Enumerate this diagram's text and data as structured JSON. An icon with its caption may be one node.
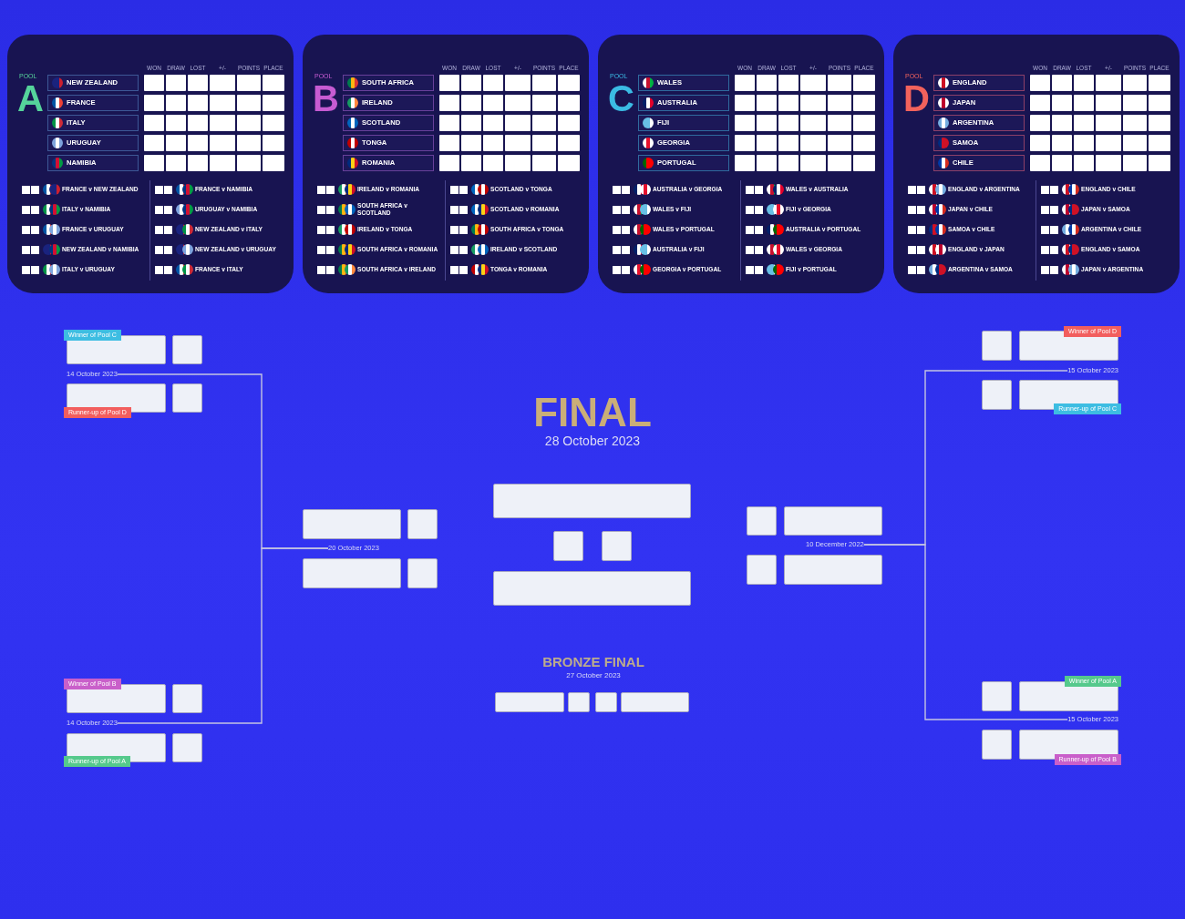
{
  "diagram": {
    "nodes": [
      {
        "text": [
          "POOL",
          "A",
          "WON",
          "DRAW",
          "LOST",
          "+/-",
          "POINTS",
          "PLACE",
          "FRANCE v NEW ZEALAND",
          "ITALY v NAMIBIA",
          "FRANCE v URUGUAY",
          "NEW ZEALAND v NAMIBIA",
          "ITALY v URUGUAY",
          "FRANCE v NAMIBIA",
          "URUGUAY v NAMIBIA",
          "NEW ZEALAND v ITALY",
          "NEW ZEALAND v URUGUAY",
          "FRANCE v ITALY"
        ]
      },
      {
        "text": [
          "NEW ZEALAND"
        ],
        "in": 0
      },
      {
        "text": [
          "FRANCE"
        ],
        "in": 0
      },
      {
        "text": [
          "ITALY"
        ],
        "in": 0
      },
      {
        "text": [
          "URUGUAY"
        ],
        "in": 0
      },
      {
        "text": [
          "NAMIBIA"
        ],
        "in": 0
      },
      {
        "text": [
          "POOL",
          "B",
          "WON",
          "DRAW",
          "LOST",
          "+/-",
          "POINTS",
          "PLACE",
          "IRELAND v ROMANIA",
          "SOUTH AFRICA v SCOTLAND",
          "IRELAND v TONGA",
          "SOUTH AFRICA v ROMANIA",
          "SOUTH AFRICA v IRELAND",
          "SCOTLAND v TONGA",
          "SCOTLAND v ROMANIA",
          "SOUTH AFRICA v TONGA",
          "IRELAND v SCOTLAND",
          "TONGA v ROMANIA"
        ]
      },
      {
        "text": [
          "SOUTH AFRICA"
        ],
        "in": 6
      },
      {
        "text": [
          "IRELAND"
        ],
        "in": 6
      },
      {
        "text": [
          "SCOTLAND"
        ],
        "in": 6
      },
      {
        "text": [
          "TONGA"
        ],
        "in": 6
      },
      {
        "text": [
          "ROMANIA"
        ],
        "in": 6
      },
      {
        "text": [
          "POOL",
          "C",
          "WON",
          "DRAW",
          "LOST",
          "+/-",
          "POINTS",
          "PLACE",
          "AUSTRALIA v GEORGIA",
          "WALES v FIJI",
          "WALES v PORTUGAL",
          "AUSTRALIA v FIJI",
          "GEORGIA v PORTUGAL",
          "WALES v AUSTRALIA",
          "FIJI v GEORGIA",
          "AUSTRALIA v PORTUGAL",
          "WALES v GEORGIA",
          "FIJI v PORTUGAL"
        ]
      },
      {
        "text": [
          "WALES"
        ],
        "in": 12
      },
      {
        "text": [
          "AUSTRALIA"
        ],
        "in": 12
      },
      {
        "text": [
          "FIJI"
        ],
        "in": 12
      },
      {
        "text": [
          "GEORGIA"
        ],
        "in": 12
      },
      {
        "text": [
          "PORTUGAL"
        ],
        "in": 12
      },
      {
        "text": [
          "POOL",
          "D",
          "WON",
          "DRAW",
          "LOST",
          "+/-",
          "POINTS",
          "PLACE",
          "ENGLAND v ARGENTINA",
          "JAPAN v CHILE",
          "SAMOA v CHILE",
          "ENGLAND v JAPAN",
          "ARGENTINA v SAMOA",
          "ENGLAND v CHILE",
          "JAPAN v SAMOA",
          "ARGENTINA v CHILE",
          "ENGLAND v SAMOA",
          "JAPAN v ARGENTINA"
        ]
      },
      {
        "text": [
          "ENGLAND"
        ],
        "in": 18
      },
      {
        "text": [
          "JAPAN"
        ],
        "in": 18
      },
      {
        "text": [
          "ARGENTINA"
        ],
        "in": 18
      },
      {
        "text": [
          "SAMOA"
        ],
        "in": 18
      },
      {
        "text": [
          "CHILE"
        ],
        "in": 18
      },
      {
        "text": [
          "Winner of Pool C"
        ]
      },
      {
        "text": [
          "14 October 2023"
        ]
      },
      {
        "text": [
          "Runner-up of Pool D"
        ]
      },
      {
        "text": [
          "Winner of Pool D"
        ]
      },
      {
        "text": [
          "15 October 2023"
        ]
      },
      {
        "text": [
          "Runner-up of Pool C"
        ]
      },
      {
        "text": [
          "20 October 2023"
        ]
      },
      {
        "text": [
          "10 December 2022"
        ]
      },
      {
        "text": [
          "Winner of Pool B"
        ]
      },
      {
        "text": [
          "14 October 2023"
        ]
      },
      {
        "text": [
          "Runner-up of Pool A"
        ]
      },
      {
        "text": [
          "Winner of Pool A"
        ]
      },
      {
        "text": [
          "15 October 2023"
        ]
      },
      {
        "text": [
          "Runner-up of Pool B"
        ]
      }
    ],
    "edges": [
      {
        "from": 25,
        "to": 30,
        "arrow": "none"
      },
      {
        "from": 33,
        "to": 30,
        "arrow": "none"
      },
      {
        "from": 28,
        "to": 31,
        "arrow": "none"
      },
      {
        "from": 36,
        "to": 31,
        "arrow": "none"
      }
    ],
    "labels": [
      "FINAL",
      "28 October 2023",
      "BRONZE FINAL",
      "27 October 2023"
    ]
  }
}
